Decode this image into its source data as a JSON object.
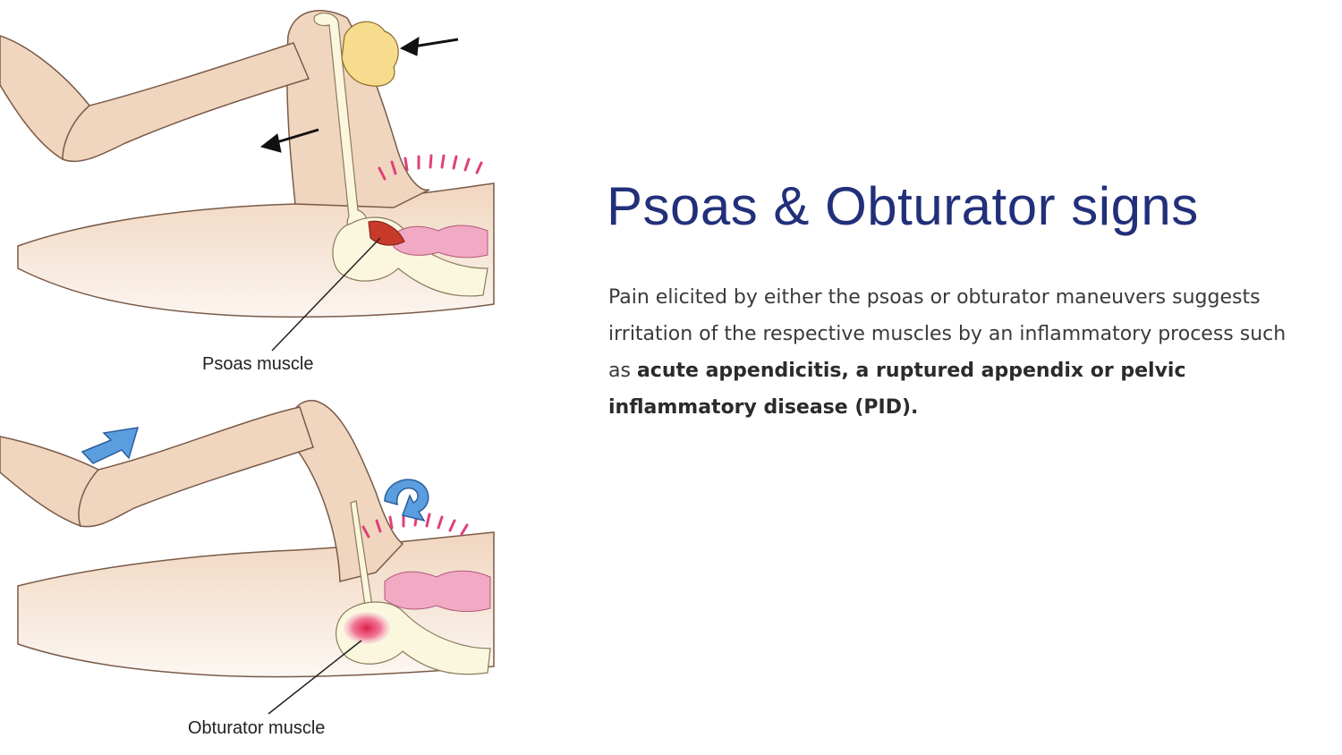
{
  "slide": {
    "title": "Psoas & Obturator signs",
    "body_intro": "Pain elicited by either the psoas or obturator maneuvers suggests irritation of the respective muscles by an inflammatory process such as ",
    "body_bold": "acute appendicitis, a ruptured appendix or pelvic inflammatory disease (PID).",
    "figure_top_label": "Psoas muscle",
    "figure_bottom_label": "Obturator muscle"
  },
  "colors": {
    "title": "#22307a",
    "skin": "#f1d6bf",
    "skin_outline": "#7a5a48",
    "bone": "#fbf7df",
    "muscle": "#c83a2a",
    "intestine": "#f1a9c4",
    "pain_rays": "#e0407a",
    "hand": "#f6dc8c",
    "arrow_blue": "#4a90d6"
  }
}
